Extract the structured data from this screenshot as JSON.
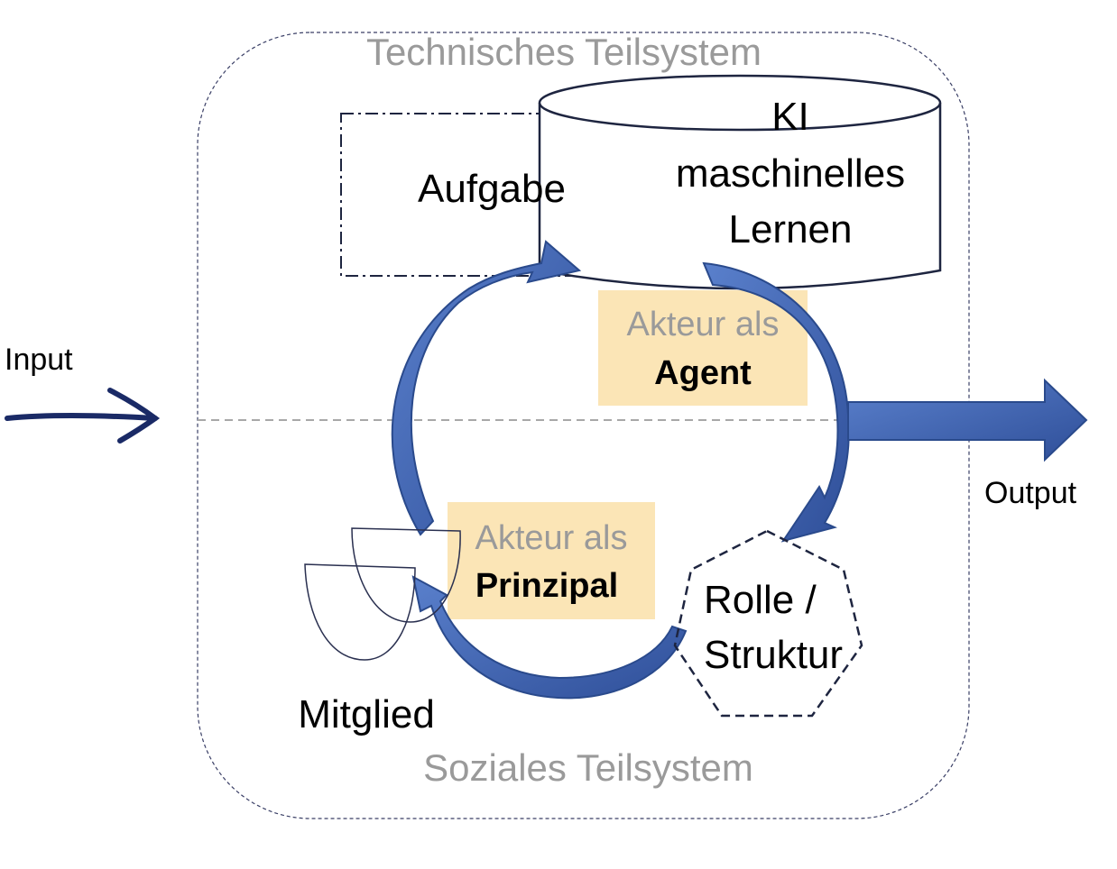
{
  "system": {
    "technical_label": "Technisches Teilsystem",
    "social_label": "Soziales Teilsystem"
  },
  "io": {
    "input_label": "Input",
    "output_label": "Output"
  },
  "elements": {
    "task": "Aufgabe",
    "ai_line1": "KI",
    "ai_line2": "maschinelles",
    "ai_line3": "Lernen",
    "agent_line1": "Akteur als",
    "agent_line2": "Agent",
    "principal_line1": "Akteur als",
    "principal_line2": "Prinzipal",
    "role_line1": "Rolle /",
    "role_line2": "Struktur",
    "member": "Mitglied"
  },
  "colors": {
    "arrow_fill": "#4468b8",
    "arrow_stroke": "#2a4a8c",
    "highlight_box": "#fbe3b0",
    "input_arrow": "#1a2a66",
    "label_gray": "#9a9a9a",
    "frame_line": "#3a3f66"
  }
}
